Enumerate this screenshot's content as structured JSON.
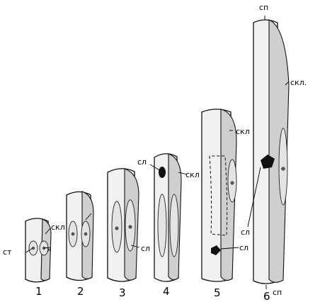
{
  "labels": {
    "st": "ст",
    "ya": "я",
    "skl": "скл",
    "skl_dot": "скл.",
    "sl": "сл",
    "sp": "сп"
  },
  "numbers": [
    "1",
    "2",
    "3",
    "4",
    "5",
    "6"
  ]
}
